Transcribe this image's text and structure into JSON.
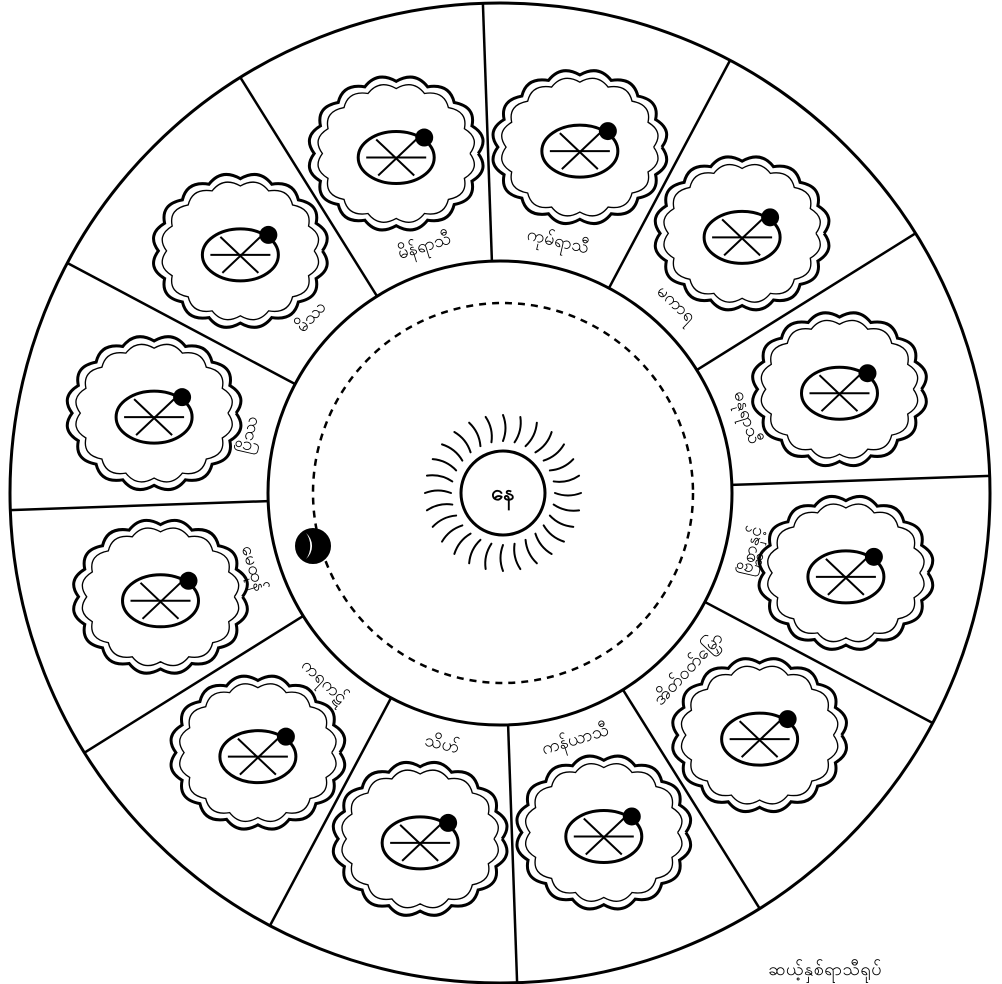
{
  "title": "ဆယ့်နှစ်ရာသီရုပ်",
  "center": {
    "label": "နေ"
  },
  "signs": [
    {
      "label": "မိန်ရာသီ",
      "icon": "two-fish-icon"
    },
    {
      "label": "ကုမ်ရာသီ",
      "icon": "water-pot-icon"
    },
    {
      "label": "မကာရ",
      "icon": "sea-creature-icon"
    },
    {
      "label": "ဓနုရာသီ",
      "icon": "archer-icon"
    },
    {
      "label": "ဗြိစ္ဆာနှင့်",
      "icon": "scorpion-icon"
    },
    {
      "label": "အိတ်ဝတ်မြှော",
      "icon": "scales-figure-icon"
    },
    {
      "label": "ကန်ယာသီ",
      "icon": "maiden-icon"
    },
    {
      "label": "သိဟ်",
      "icon": "lion-icon"
    },
    {
      "label": "ကရကဋ်",
      "icon": "crab-icon"
    },
    {
      "label": "မေထုန်",
      "icon": "twins-icon"
    },
    {
      "label": "ပြိဿ",
      "icon": "bull-icon"
    },
    {
      "label": "မိဿ",
      "icon": "ram-icon"
    }
  ]
}
